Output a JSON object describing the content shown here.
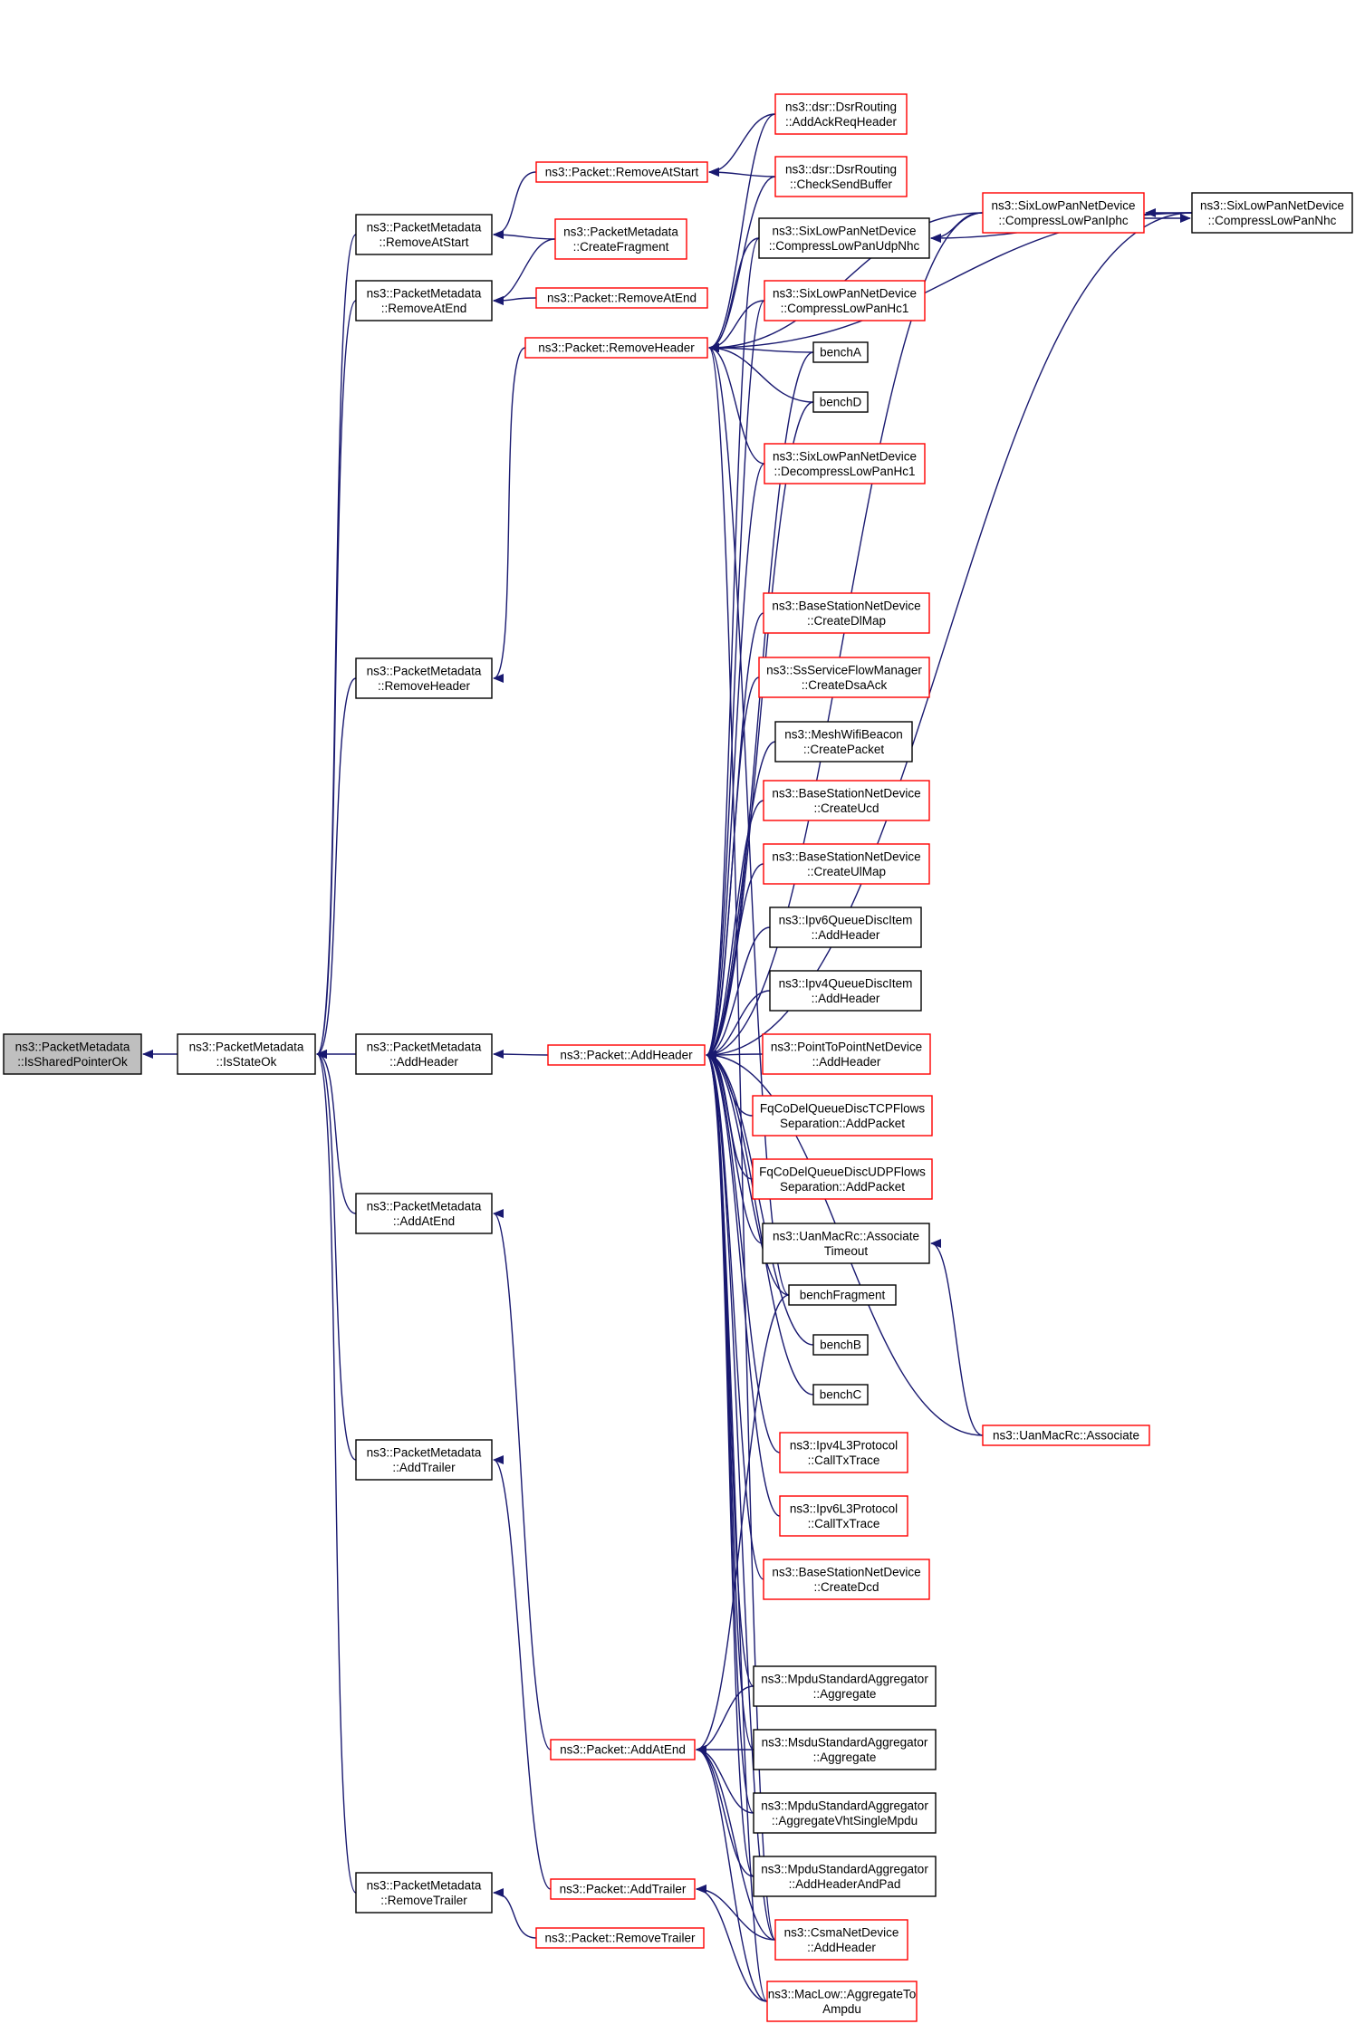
{
  "colors": {
    "edge": "#191970",
    "root_fill": "#bfbfbf",
    "border_normal": "#000000",
    "border_truncated": "#ff0000"
  },
  "nodes": [
    {
      "id": "root",
      "lines": [
        "ns3::PacketMetadata",
        "::IsSharedPointerOk"
      ],
      "style": "root"
    },
    {
      "id": "isstate",
      "lines": [
        "ns3::PacketMetadata",
        "::IsStateOk"
      ],
      "style": "black"
    },
    {
      "id": "pm_ras",
      "lines": [
        "ns3::PacketMetadata",
        "::RemoveAtStart"
      ],
      "style": "black"
    },
    {
      "id": "pm_rae",
      "lines": [
        "ns3::PacketMetadata",
        "::RemoveAtEnd"
      ],
      "style": "black"
    },
    {
      "id": "pm_rh",
      "lines": [
        "ns3::PacketMetadata",
        "::RemoveHeader"
      ],
      "style": "black"
    },
    {
      "id": "pm_ah",
      "lines": [
        "ns3::PacketMetadata",
        "::AddHeader"
      ],
      "style": "black"
    },
    {
      "id": "pm_aae",
      "lines": [
        "ns3::PacketMetadata",
        "::AddAtEnd"
      ],
      "style": "black"
    },
    {
      "id": "pm_at",
      "lines": [
        "ns3::PacketMetadata",
        "::AddTrailer"
      ],
      "style": "black"
    },
    {
      "id": "pm_rt",
      "lines": [
        "ns3::PacketMetadata",
        "::RemoveTrailer"
      ],
      "style": "black"
    },
    {
      "id": "p_ras",
      "lines": [
        "ns3::Packet::RemoveAtStart"
      ],
      "style": "red"
    },
    {
      "id": "pm_cf",
      "lines": [
        "ns3::PacketMetadata",
        "::CreateFragment"
      ],
      "style": "red"
    },
    {
      "id": "p_rae",
      "lines": [
        "ns3::Packet::RemoveAtEnd"
      ],
      "style": "red"
    },
    {
      "id": "p_rh",
      "lines": [
        "ns3::Packet::RemoveHeader"
      ],
      "style": "red"
    },
    {
      "id": "p_ah",
      "lines": [
        "ns3::Packet::AddHeader"
      ],
      "style": "red"
    },
    {
      "id": "p_aae",
      "lines": [
        "ns3::Packet::AddAtEnd"
      ],
      "style": "red"
    },
    {
      "id": "p_at",
      "lines": [
        "ns3::Packet::AddTrailer"
      ],
      "style": "red"
    },
    {
      "id": "p_rt",
      "lines": [
        "ns3::Packet::RemoveTrailer"
      ],
      "style": "red"
    },
    {
      "id": "dsr_aarh",
      "lines": [
        "ns3::dsr::DsrRouting",
        "::AddAckReqHeader"
      ],
      "style": "red"
    },
    {
      "id": "dsr_csb",
      "lines": [
        "ns3::dsr::DsrRouting",
        "::CheckSendBuffer"
      ],
      "style": "red"
    },
    {
      "id": "sl_udp",
      "lines": [
        "ns3::SixLowPanNetDevice",
        "::CompressLowPanUdpNhc"
      ],
      "style": "black"
    },
    {
      "id": "sl_hc1",
      "lines": [
        "ns3::SixLowPanNetDevice",
        "::CompressLowPanHc1"
      ],
      "style": "red"
    },
    {
      "id": "benchA",
      "lines": [
        "benchA"
      ],
      "style": "black"
    },
    {
      "id": "benchD",
      "lines": [
        "benchD"
      ],
      "style": "black"
    },
    {
      "id": "sl_dhc1",
      "lines": [
        "ns3::SixLowPanNetDevice",
        "::DecompressLowPanHc1"
      ],
      "style": "red"
    },
    {
      "id": "sl_iphc",
      "lines": [
        "ns3::SixLowPanNetDevice",
        "::CompressLowPanIphc"
      ],
      "style": "red"
    },
    {
      "id": "sl_nhc",
      "lines": [
        "ns3::SixLowPanNetDevice",
        "::CompressLowPanNhc"
      ],
      "style": "black"
    },
    {
      "id": "bs_dlmap",
      "lines": [
        "ns3::BaseStationNetDevice",
        "::CreateDlMap"
      ],
      "style": "red"
    },
    {
      "id": "ss_dsa",
      "lines": [
        "ns3::SsServiceFlowManager",
        "::CreateDsaAck"
      ],
      "style": "red"
    },
    {
      "id": "mesh_cp",
      "lines": [
        "ns3::MeshWifiBeacon",
        "::CreatePacket"
      ],
      "style": "black"
    },
    {
      "id": "bs_ucd",
      "lines": [
        "ns3::BaseStationNetDevice",
        "::CreateUcd"
      ],
      "style": "red"
    },
    {
      "id": "bs_ulmap",
      "lines": [
        "ns3::BaseStationNetDevice",
        "::CreateUlMap"
      ],
      "style": "red"
    },
    {
      "id": "ipv6q",
      "lines": [
        "ns3::Ipv6QueueDiscItem",
        "::AddHeader"
      ],
      "style": "black"
    },
    {
      "id": "ipv4q",
      "lines": [
        "ns3::Ipv4QueueDiscItem",
        "::AddHeader"
      ],
      "style": "black"
    },
    {
      "id": "p2p",
      "lines": [
        "ns3::PointToPointNetDevice",
        "::AddHeader"
      ],
      "style": "red"
    },
    {
      "id": "fq_tcp",
      "lines": [
        "FqCoDelQueueDiscTCPFlows",
        "Separation::AddPacket"
      ],
      "style": "red"
    },
    {
      "id": "fq_udp",
      "lines": [
        "FqCoDelQueueDiscUDPFlows",
        "Separation::AddPacket"
      ],
      "style": "red"
    },
    {
      "id": "uan_at",
      "lines": [
        "ns3::UanMacRc::Associate",
        "Timeout"
      ],
      "style": "black"
    },
    {
      "id": "benchFrag",
      "lines": [
        "benchFragment"
      ],
      "style": "black"
    },
    {
      "id": "benchB",
      "lines": [
        "benchB"
      ],
      "style": "black"
    },
    {
      "id": "benchC",
      "lines": [
        "benchC"
      ],
      "style": "black"
    },
    {
      "id": "uan_a",
      "lines": [
        "ns3::UanMacRc::Associate"
      ],
      "style": "red"
    },
    {
      "id": "ipv4l3",
      "lines": [
        "ns3::Ipv4L3Protocol",
        "::CallTxTrace"
      ],
      "style": "red"
    },
    {
      "id": "ipv6l3",
      "lines": [
        "ns3::Ipv6L3Protocol",
        "::CallTxTrace"
      ],
      "style": "red"
    },
    {
      "id": "bs_dcd",
      "lines": [
        "ns3::BaseStationNetDevice",
        "::CreateDcd"
      ],
      "style": "red"
    },
    {
      "id": "mpdu_agg",
      "lines": [
        "ns3::MpduStandardAggregator",
        "::Aggregate"
      ],
      "style": "black"
    },
    {
      "id": "msdu_agg",
      "lines": [
        "ns3::MsduStandardAggregator",
        "::Aggregate"
      ],
      "style": "black"
    },
    {
      "id": "mpdu_vht",
      "lines": [
        "ns3::MpduStandardAggregator",
        "::AggregateVhtSingleMpdu"
      ],
      "style": "black"
    },
    {
      "id": "mpdu_ahp",
      "lines": [
        "ns3::MpduStandardAggregator",
        "::AddHeaderAndPad"
      ],
      "style": "black"
    },
    {
      "id": "csma_ah",
      "lines": [
        "ns3::CsmaNetDevice",
        "::AddHeader"
      ],
      "style": "red"
    },
    {
      "id": "maclow",
      "lines": [
        "ns3::MacLow::AggregateTo",
        "Ampdu"
      ],
      "style": "red"
    }
  ],
  "edges": [
    [
      "isstate",
      "root"
    ],
    [
      "pm_ras",
      "isstate"
    ],
    [
      "pm_rae",
      "isstate"
    ],
    [
      "pm_rh",
      "isstate"
    ],
    [
      "pm_ah",
      "isstate"
    ],
    [
      "pm_aae",
      "isstate"
    ],
    [
      "pm_at",
      "isstate"
    ],
    [
      "pm_rt",
      "isstate"
    ],
    [
      "p_ras",
      "pm_ras"
    ],
    [
      "pm_cf",
      "pm_ras"
    ],
    [
      "pm_cf",
      "pm_rae"
    ],
    [
      "p_rae",
      "pm_rae"
    ],
    [
      "p_rh",
      "pm_rh"
    ],
    [
      "p_ah",
      "pm_ah"
    ],
    [
      "p_aae",
      "pm_aae"
    ],
    [
      "p_at",
      "pm_at"
    ],
    [
      "p_rt",
      "pm_rt"
    ],
    [
      "dsr_aarh",
      "p_ras"
    ],
    [
      "dsr_csb",
      "p_ras"
    ],
    [
      "dsr_aarh",
      "p_rh"
    ],
    [
      "dsr_csb",
      "p_rh"
    ],
    [
      "sl_udp",
      "p_rh"
    ],
    [
      "sl_hc1",
      "p_rh"
    ],
    [
      "benchA",
      "p_rh"
    ],
    [
      "benchD",
      "p_rh"
    ],
    [
      "sl_dhc1",
      "p_rh"
    ],
    [
      "sl_iphc",
      "p_rh"
    ],
    [
      "sl_nhc",
      "p_rh"
    ],
    [
      "benchFrag",
      "p_rh"
    ],
    [
      "csma_ah",
      "p_rh"
    ],
    [
      "sl_iphc",
      "sl_udp"
    ],
    [
      "sl_nhc",
      "sl_udp"
    ],
    [
      "sl_nhc",
      "sl_iphc"
    ],
    [
      "sl_iphc",
      "sl_nhc"
    ],
    [
      "sl_udp",
      "p_ah"
    ],
    [
      "sl_hc1",
      "p_ah"
    ],
    [
      "benchA",
      "p_ah"
    ],
    [
      "benchD",
      "p_ah"
    ],
    [
      "sl_dhc1",
      "p_ah"
    ],
    [
      "sl_iphc",
      "p_ah"
    ],
    [
      "sl_nhc",
      "p_ah"
    ],
    [
      "bs_dlmap",
      "p_ah"
    ],
    [
      "ss_dsa",
      "p_ah"
    ],
    [
      "mesh_cp",
      "p_ah"
    ],
    [
      "bs_ucd",
      "p_ah"
    ],
    [
      "bs_ulmap",
      "p_ah"
    ],
    [
      "ipv6q",
      "p_ah"
    ],
    [
      "ipv4q",
      "p_ah"
    ],
    [
      "p2p",
      "p_ah"
    ],
    [
      "fq_tcp",
      "p_ah"
    ],
    [
      "fq_udp",
      "p_ah"
    ],
    [
      "uan_at",
      "p_ah"
    ],
    [
      "benchFrag",
      "p_ah"
    ],
    [
      "benchB",
      "p_ah"
    ],
    [
      "benchC",
      "p_ah"
    ],
    [
      "uan_a",
      "p_ah"
    ],
    [
      "ipv4l3",
      "p_ah"
    ],
    [
      "ipv6l3",
      "p_ah"
    ],
    [
      "bs_dcd",
      "p_ah"
    ],
    [
      "mpdu_agg",
      "p_ah"
    ],
    [
      "msdu_agg",
      "p_ah"
    ],
    [
      "mpdu_vht",
      "p_ah"
    ],
    [
      "mpdu_ahp",
      "p_ah"
    ],
    [
      "csma_ah",
      "p_ah"
    ],
    [
      "maclow",
      "p_ah"
    ],
    [
      "uan_a",
      "uan_at"
    ],
    [
      "benchFrag",
      "p_aae"
    ],
    [
      "mpdu_agg",
      "p_aae"
    ],
    [
      "msdu_agg",
      "p_aae"
    ],
    [
      "mpdu_vht",
      "p_aae"
    ],
    [
      "mpdu_ahp",
      "p_aae"
    ],
    [
      "csma_ah",
      "p_aae"
    ],
    [
      "maclow",
      "p_aae"
    ],
    [
      "csma_ah",
      "p_at"
    ],
    [
      "maclow",
      "p_at"
    ]
  ]
}
